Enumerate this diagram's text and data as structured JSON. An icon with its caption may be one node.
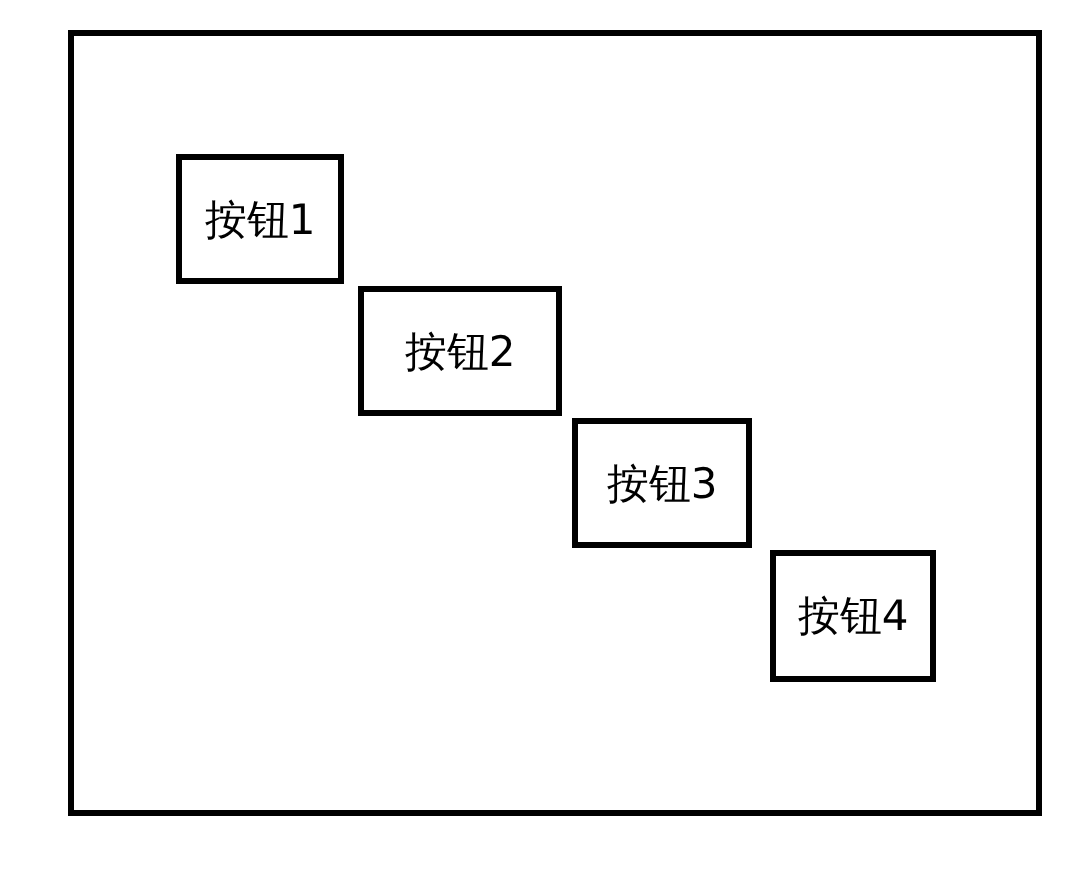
{
  "diagram": {
    "nodes": [
      {
        "text": [],
        "shape": "box"
      },
      {
        "text": [
          "按钮1"
        ],
        "in": 0
      },
      {
        "text": [
          "按钮2"
        ],
        "in": 0
      },
      {
        "text": [
          "按钮3"
        ],
        "in": 0
      },
      {
        "text": [
          "按钮4"
        ],
        "in": 0
      }
    ]
  }
}
